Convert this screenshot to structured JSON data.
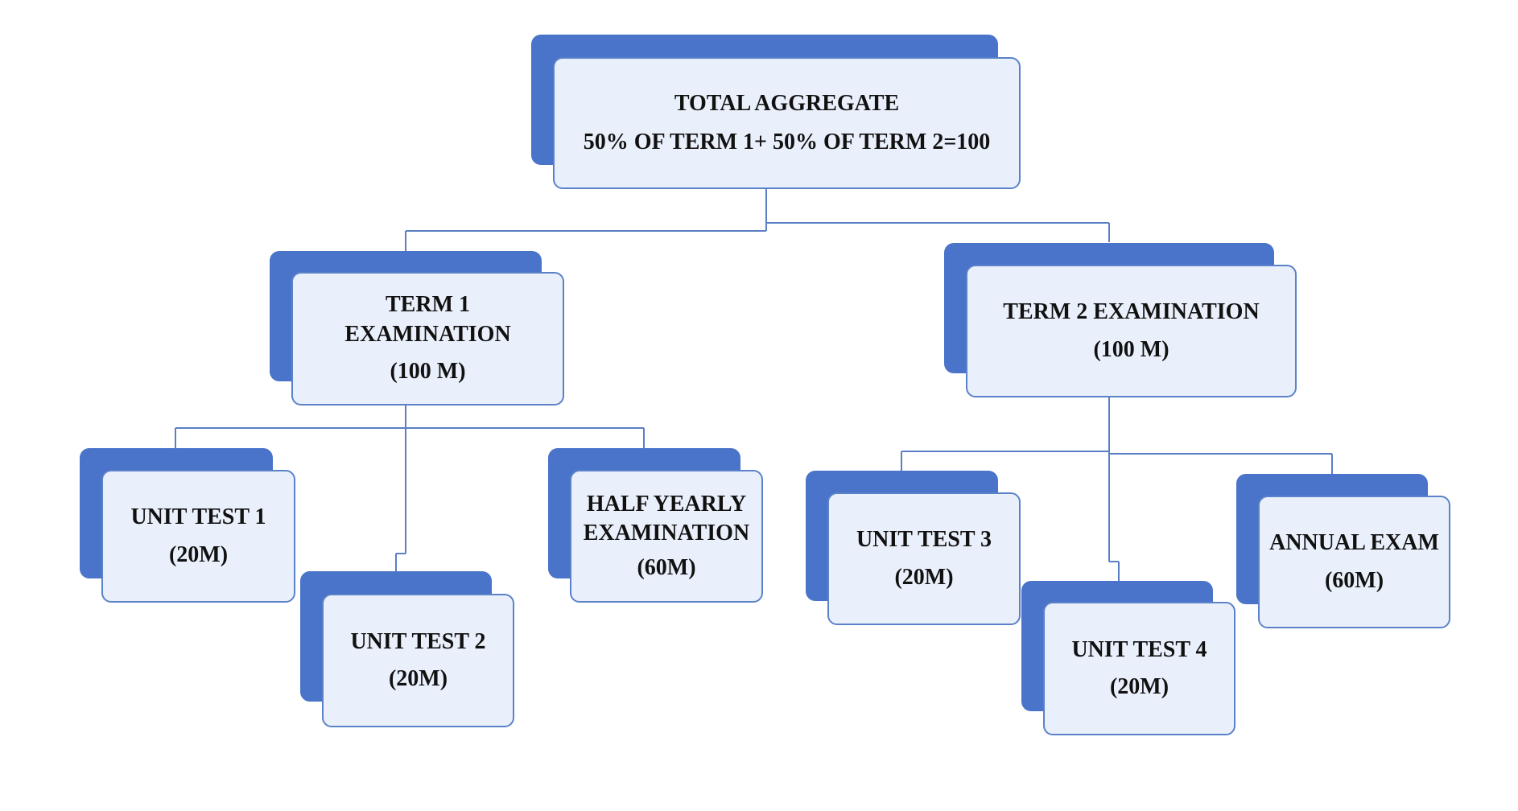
{
  "colors": {
    "shadow": "#4a74c9",
    "card_fill": "#eaf0fb",
    "card_border": "#5b82c8",
    "connector": "#5a7fc4",
    "text": "#111111"
  },
  "nodes": {
    "total": {
      "line1": "TOTAL AGGREGATE",
      "line2": "50% OF TERM 1+ 50% OF TERM 2=100"
    },
    "term1": {
      "line1": "TERM 1",
      "line2": "EXAMINATION",
      "line3": "(100 M)"
    },
    "term2": {
      "line1": "TERM 2 EXAMINATION",
      "line2": "(100 M)"
    },
    "unit1": {
      "line1": "UNIT TEST 1",
      "line2": "(20M)"
    },
    "unit2": {
      "line1": "UNIT TEST 2",
      "line2": "(20M)"
    },
    "half_yearly": {
      "line1": "HALF YEARLY",
      "line2": "EXAMINATION",
      "line3": "(60M)"
    },
    "unit3": {
      "line1": "UNIT TEST 3",
      "line2": "(20M)"
    },
    "unit4": {
      "line1": "UNIT TEST 4",
      "line2": "(20M)"
    },
    "annual": {
      "line1": "ANNUAL EXAM",
      "line2": "(60M)"
    }
  }
}
